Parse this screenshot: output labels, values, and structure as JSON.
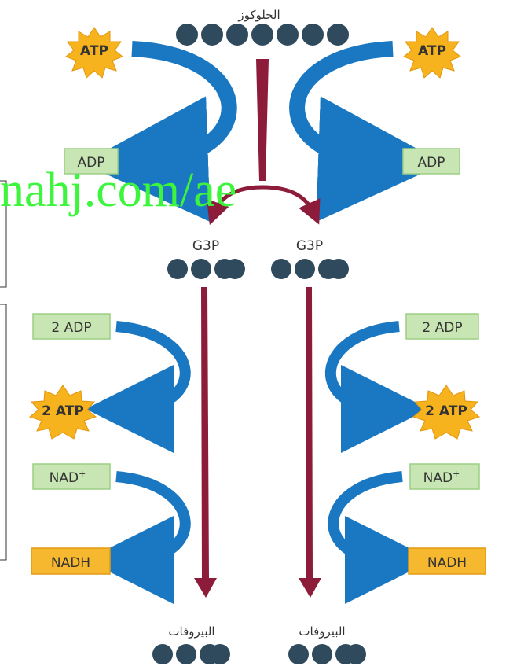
{
  "glucose": {
    "label": "الجلوكوز"
  },
  "top_left": {
    "atp": "ATP",
    "adp": "ADP"
  },
  "top_right": {
    "atp": "ATP",
    "adp": "ADP"
  },
  "g3p": {
    "left": "G3P",
    "right": "G3P"
  },
  "left_stage": {
    "adp": "2 ADP",
    "atp": "2 ATP",
    "nad": "NAD",
    "nad_sup": "+",
    "nadh": "NADH"
  },
  "right_stage": {
    "adp": "2 ADP",
    "atp": "2 ATP",
    "nad": "NAD",
    "nad_sup": "+",
    "nadh": "NADH"
  },
  "pyruvate": {
    "left": "البيروفات",
    "right": "البيروفات"
  },
  "watermark": "nahj.com/ae",
  "colors": {
    "blue_arrow": "#1a78c2",
    "maroon_arrow": "#8c1c3a",
    "molecule": "#2f4a5c",
    "adp_box": "#c8e6b4",
    "adp_box_border": "#9ccf84",
    "nadh_box": "#f5b82e",
    "atp_star": "#f7b31d",
    "watermark": "#3cf53c"
  }
}
